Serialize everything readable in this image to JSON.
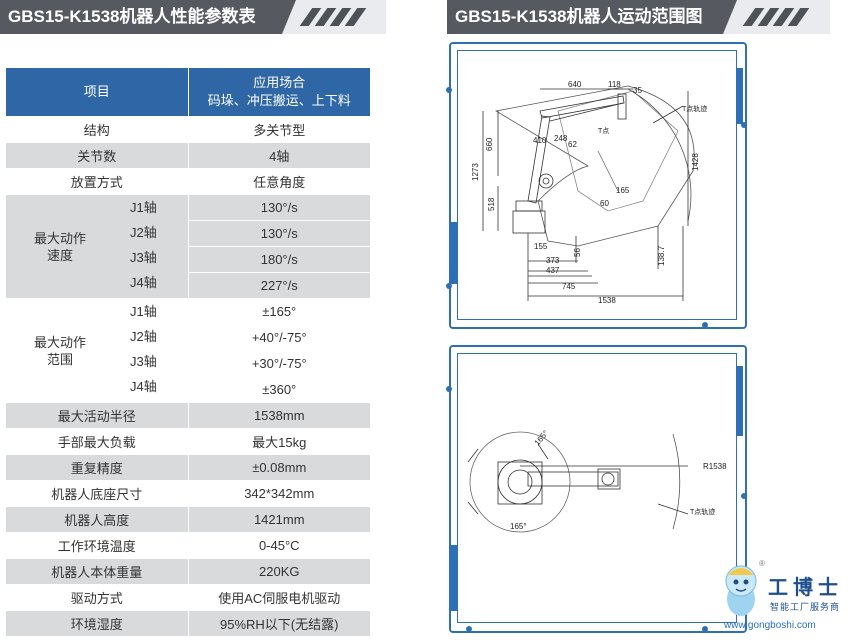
{
  "left_title": "GBS15-K1538机器人性能参数表",
  "right_title": "GBS15-K1538机器人运动范围图",
  "table": {
    "header": {
      "col1": "项目",
      "col2_line1": "应用场合",
      "col2_line2": "码垛、冲压搬运、上下料"
    },
    "structure": {
      "label": "结构",
      "value": "多关节型"
    },
    "joints": {
      "label": "关节数",
      "value": "4轴"
    },
    "placement": {
      "label": "放置方式",
      "value": "任意角度"
    },
    "speed": {
      "label_line1": "最大动作",
      "label_line2": "速度",
      "rows": [
        {
          "axis": "J1轴",
          "value": "130°/s"
        },
        {
          "axis": "J2轴",
          "value": "130°/s"
        },
        {
          "axis": "J3轴",
          "value": "180°/s"
        },
        {
          "axis": "J4轴",
          "value": "227°/s"
        }
      ]
    },
    "range": {
      "label_line1": "最大动作",
      "label_line2": "范围",
      "rows": [
        {
          "axis": "J1轴",
          "value": "±165°"
        },
        {
          "axis": "J2轴",
          "value": "+40°/-75°"
        },
        {
          "axis": "J3轴",
          "value": "+30°/-75°"
        },
        {
          "axis": "J4轴",
          "value": "±360°"
        }
      ]
    },
    "rows_tail": [
      {
        "label": "最大活动半径",
        "value": "1538mm"
      },
      {
        "label": "手部最大负载",
        "value": "最大15kg"
      },
      {
        "label": "重复精度",
        "value": "±0.08mm"
      },
      {
        "label": "机器人底座尺寸",
        "value": "342*342mm"
      },
      {
        "label": "机器人高度",
        "value": "1421mm"
      },
      {
        "label": "工作环境温度",
        "value": "0-45°C"
      },
      {
        "label": "机器人本体重量",
        "value": "220KG"
      },
      {
        "label": "驱动方式",
        "value": "使用AC伺服电机驱动"
      },
      {
        "label": "环境湿度",
        "value": "95%RH以下(无结露)"
      }
    ]
  },
  "side_view": {
    "dims": {
      "d640": "640",
      "d118": "118",
      "d35": "35",
      "d660": "660",
      "d1273": "1273",
      "d518": "518",
      "d1428": "1428",
      "d410": "410",
      "d248": "248",
      "d62": "62",
      "d165": "165",
      "d60": "60",
      "d155": "155",
      "d373": "373",
      "d437": "437",
      "d56": "56",
      "d138": "138.7",
      "d745": "745",
      "d1538": "1538"
    },
    "flange_label": "T点轨迹",
    "flange_label_small": "T点"
  },
  "top_view": {
    "radius_label": "R1538",
    "angle_upper": "165°",
    "angle_lower": "165°",
    "flange_label": "T点轨迹"
  },
  "logo": {
    "name": "工博士",
    "subtitle": "智能工厂服务商",
    "url": "www.gongboshi.com",
    "reg_mark": "®"
  },
  "colors": {
    "header_blue": "#2f67a6",
    "frame_blue": "#2f6fb5",
    "title_dark": "#565a60",
    "row_gray": "#d9dadc"
  }
}
